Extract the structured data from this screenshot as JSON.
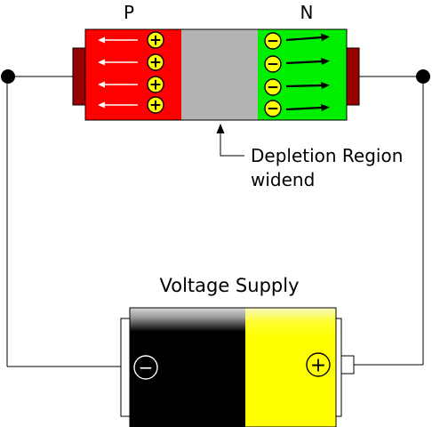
{
  "labels": {
    "p_region": "P",
    "n_region": "N",
    "depletion_line1": "Depletion Region",
    "depletion_line2": "widend",
    "supply": "Voltage Supply"
  },
  "symbols": {
    "plus": "+",
    "minus": "−"
  },
  "battery": {
    "negative_terminal": "−",
    "positive_terminal": "+"
  },
  "colors": {
    "p_region": "#ff0000",
    "n_region": "#00ee00",
    "depletion_region": "#b3b3b3",
    "contact": "#990000",
    "charge": "#ffff00",
    "battery_negative": "#000000",
    "battery_positive": "#ffff00",
    "wire": "#000000"
  },
  "carriers": {
    "p_count": 4,
    "n_count": 4,
    "p_icon": "plus-charge-icon",
    "n_icon": "minus-charge-icon",
    "p_arrow": "white-arrow-left-icon",
    "n_arrow": "black-arrow-right-icon"
  }
}
